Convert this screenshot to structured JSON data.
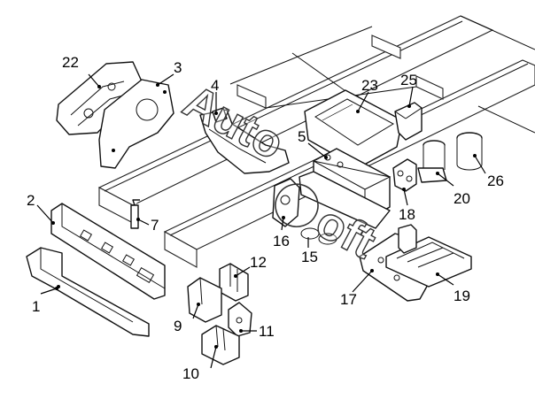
{
  "diagram": {
    "watermark": {
      "word1": "Auto",
      "word2": "oft",
      "mark": "C"
    },
    "callouts": [
      "1",
      "2",
      "3",
      "4",
      "5",
      "7",
      "9",
      "10",
      "11",
      "12",
      "15",
      "16",
      "17",
      "18",
      "19",
      "20",
      "22",
      "23",
      "25",
      "26"
    ]
  }
}
